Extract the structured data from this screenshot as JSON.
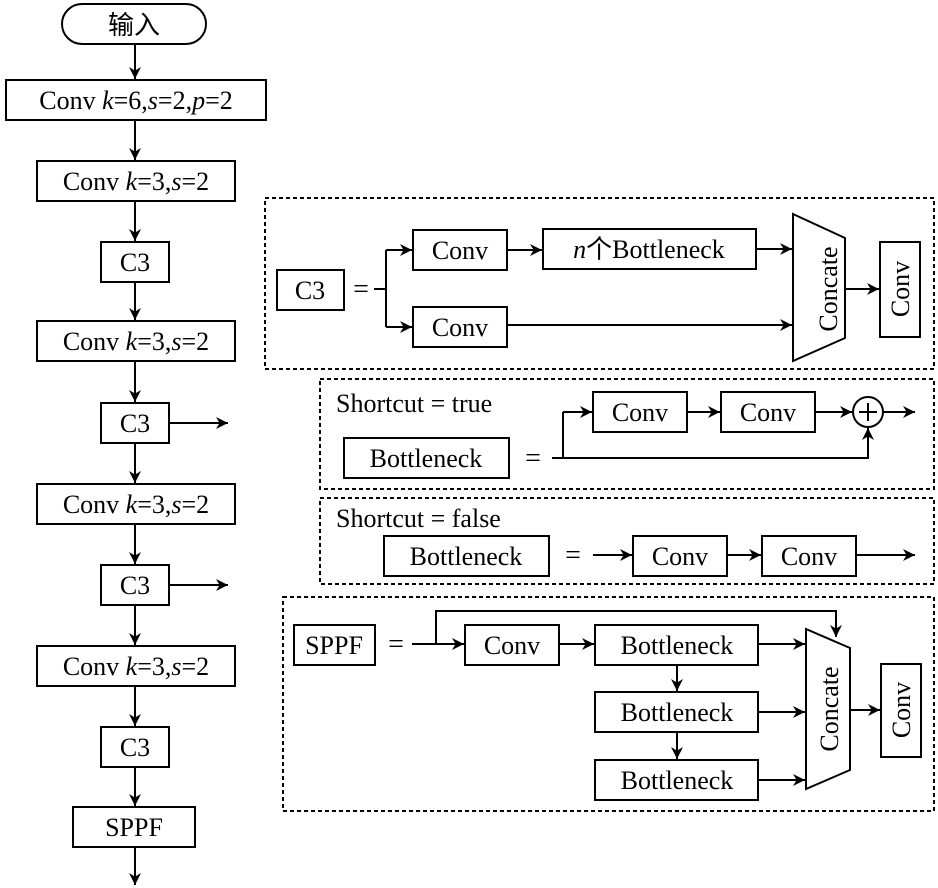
{
  "backbone": {
    "input": "输入",
    "conv1": {
      "name": "Conv",
      "k": "k",
      "k_val": "=6,",
      "s": "s",
      "s_val": "=2,",
      "p": "p",
      "p_val": "=2"
    },
    "conv2": {
      "name": "Conv",
      "k": "k",
      "k_val": "=3,",
      "s": "s",
      "s_val": "=2"
    },
    "c3_1": "C3",
    "conv3": {
      "name": "Conv",
      "k": "k",
      "k_val": "=3,",
      "s": "s",
      "s_val": "=2"
    },
    "c3_2": "C3",
    "conv4": {
      "name": "Conv",
      "k": "k",
      "k_val": "=3,",
      "s": "s",
      "s_val": "=2"
    },
    "c3_3": "C3",
    "conv5": {
      "name": "Conv",
      "k": "k",
      "k_val": "=3,",
      "s": "s",
      "s_val": "=2"
    },
    "c3_4": "C3",
    "sppf": "SPPF"
  },
  "c3_module": {
    "name": "C3",
    "equals": "=",
    "conv_top": "Conv",
    "bottleneck_n": "n",
    "bottleneck_label": "个Bottleneck",
    "conv_bottom": "Conv",
    "concat": "Concate",
    "conv_out": "Conv"
  },
  "bottleneck_true": {
    "title": "Shortcut = true",
    "name": "Bottleneck",
    "equals": "=",
    "conv1": "Conv",
    "conv2": "Conv",
    "add": "+"
  },
  "bottleneck_false": {
    "title": "Shortcut = false",
    "name": "Bottleneck",
    "equals": "=",
    "conv1": "Conv",
    "conv2": "Conv"
  },
  "sppf_module": {
    "name": "SPPF",
    "equals": "=",
    "conv": "Conv",
    "bottleneck1": "Bottleneck",
    "bottleneck2": "Bottleneck",
    "bottleneck3": "Bottleneck",
    "concat": "Concate",
    "conv_out": "Conv"
  }
}
